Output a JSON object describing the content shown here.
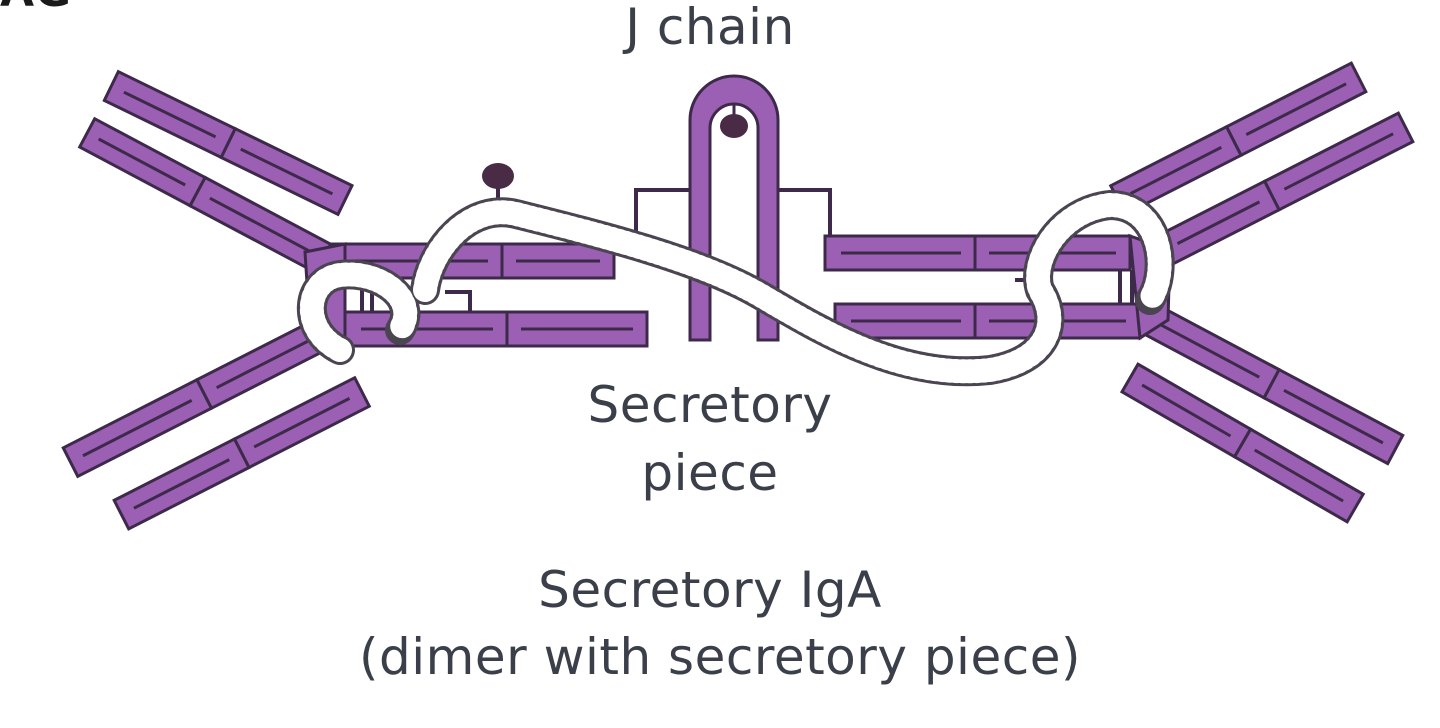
{
  "colors": {
    "chain": "#9b5fb3",
    "outline": "#3d2a4a",
    "coil": "#ffffff",
    "carbohydrate": "#4a2b45",
    "label": "#3a3f4a"
  },
  "labels": {
    "figure_number": "AG",
    "j_chain": "J chain",
    "secretory_piece_line1": "Secretory",
    "secretory_piece_line2": "piece",
    "title_line1": "Secretory IgA",
    "title_line2": "(dimer with secretory piece)"
  }
}
